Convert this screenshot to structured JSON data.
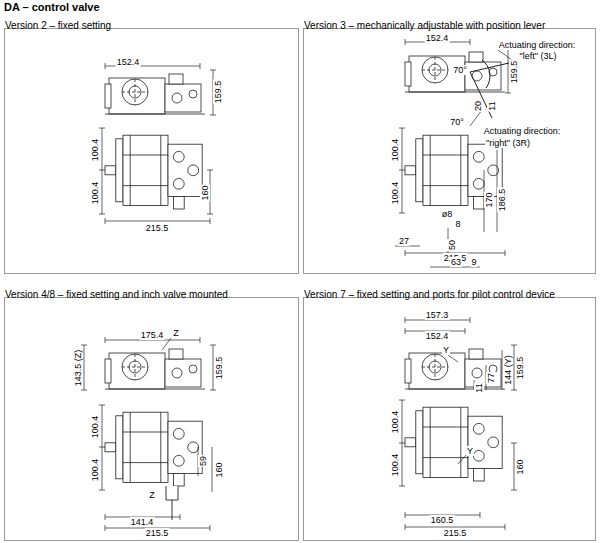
{
  "diagram": {
    "title": "DA – control valve",
    "nodes": [
      {
        "text": [
          "Version 2 – fixed setting"
        ]
      },
      {
        "text": [
          "Version 3 – mechanically adjustable with position lever"
        ]
      },
      {
        "text": [
          "Version 4/8 – fixed setting and inch valve mounted"
        ]
      },
      {
        "text": [
          "Version 7 – fixed setting and ports for pilot control device"
        ]
      }
    ],
    "labels": [
      "152.4",
      "159.5",
      "100.4",
      "100.4",
      "160",
      "215.5",
      "152.4",
      "Actuating direction:",
      "\"left\" (3L)",
      "70°",
      "159.5",
      "20",
      "11",
      "70°",
      "Actuating direction:",
      "\"right\" (3R)",
      "100.4",
      "100.4",
      "170",
      "186.5",
      "ø8",
      "8",
      "27",
      "50",
      "215.5",
      "63",
      "9",
      "175.4",
      "Z",
      "143.5 (Z)",
      "159.5",
      "100.4",
      "100.4",
      "59",
      "160",
      "Z",
      "141.4",
      "215.5",
      "157.3",
      "152.4",
      "Y",
      "159.5",
      "144 (Y)",
      "77",
      "11",
      "100.4",
      "100.4",
      "160",
      "Y",
      "160.5",
      "215.5"
    ]
  }
}
